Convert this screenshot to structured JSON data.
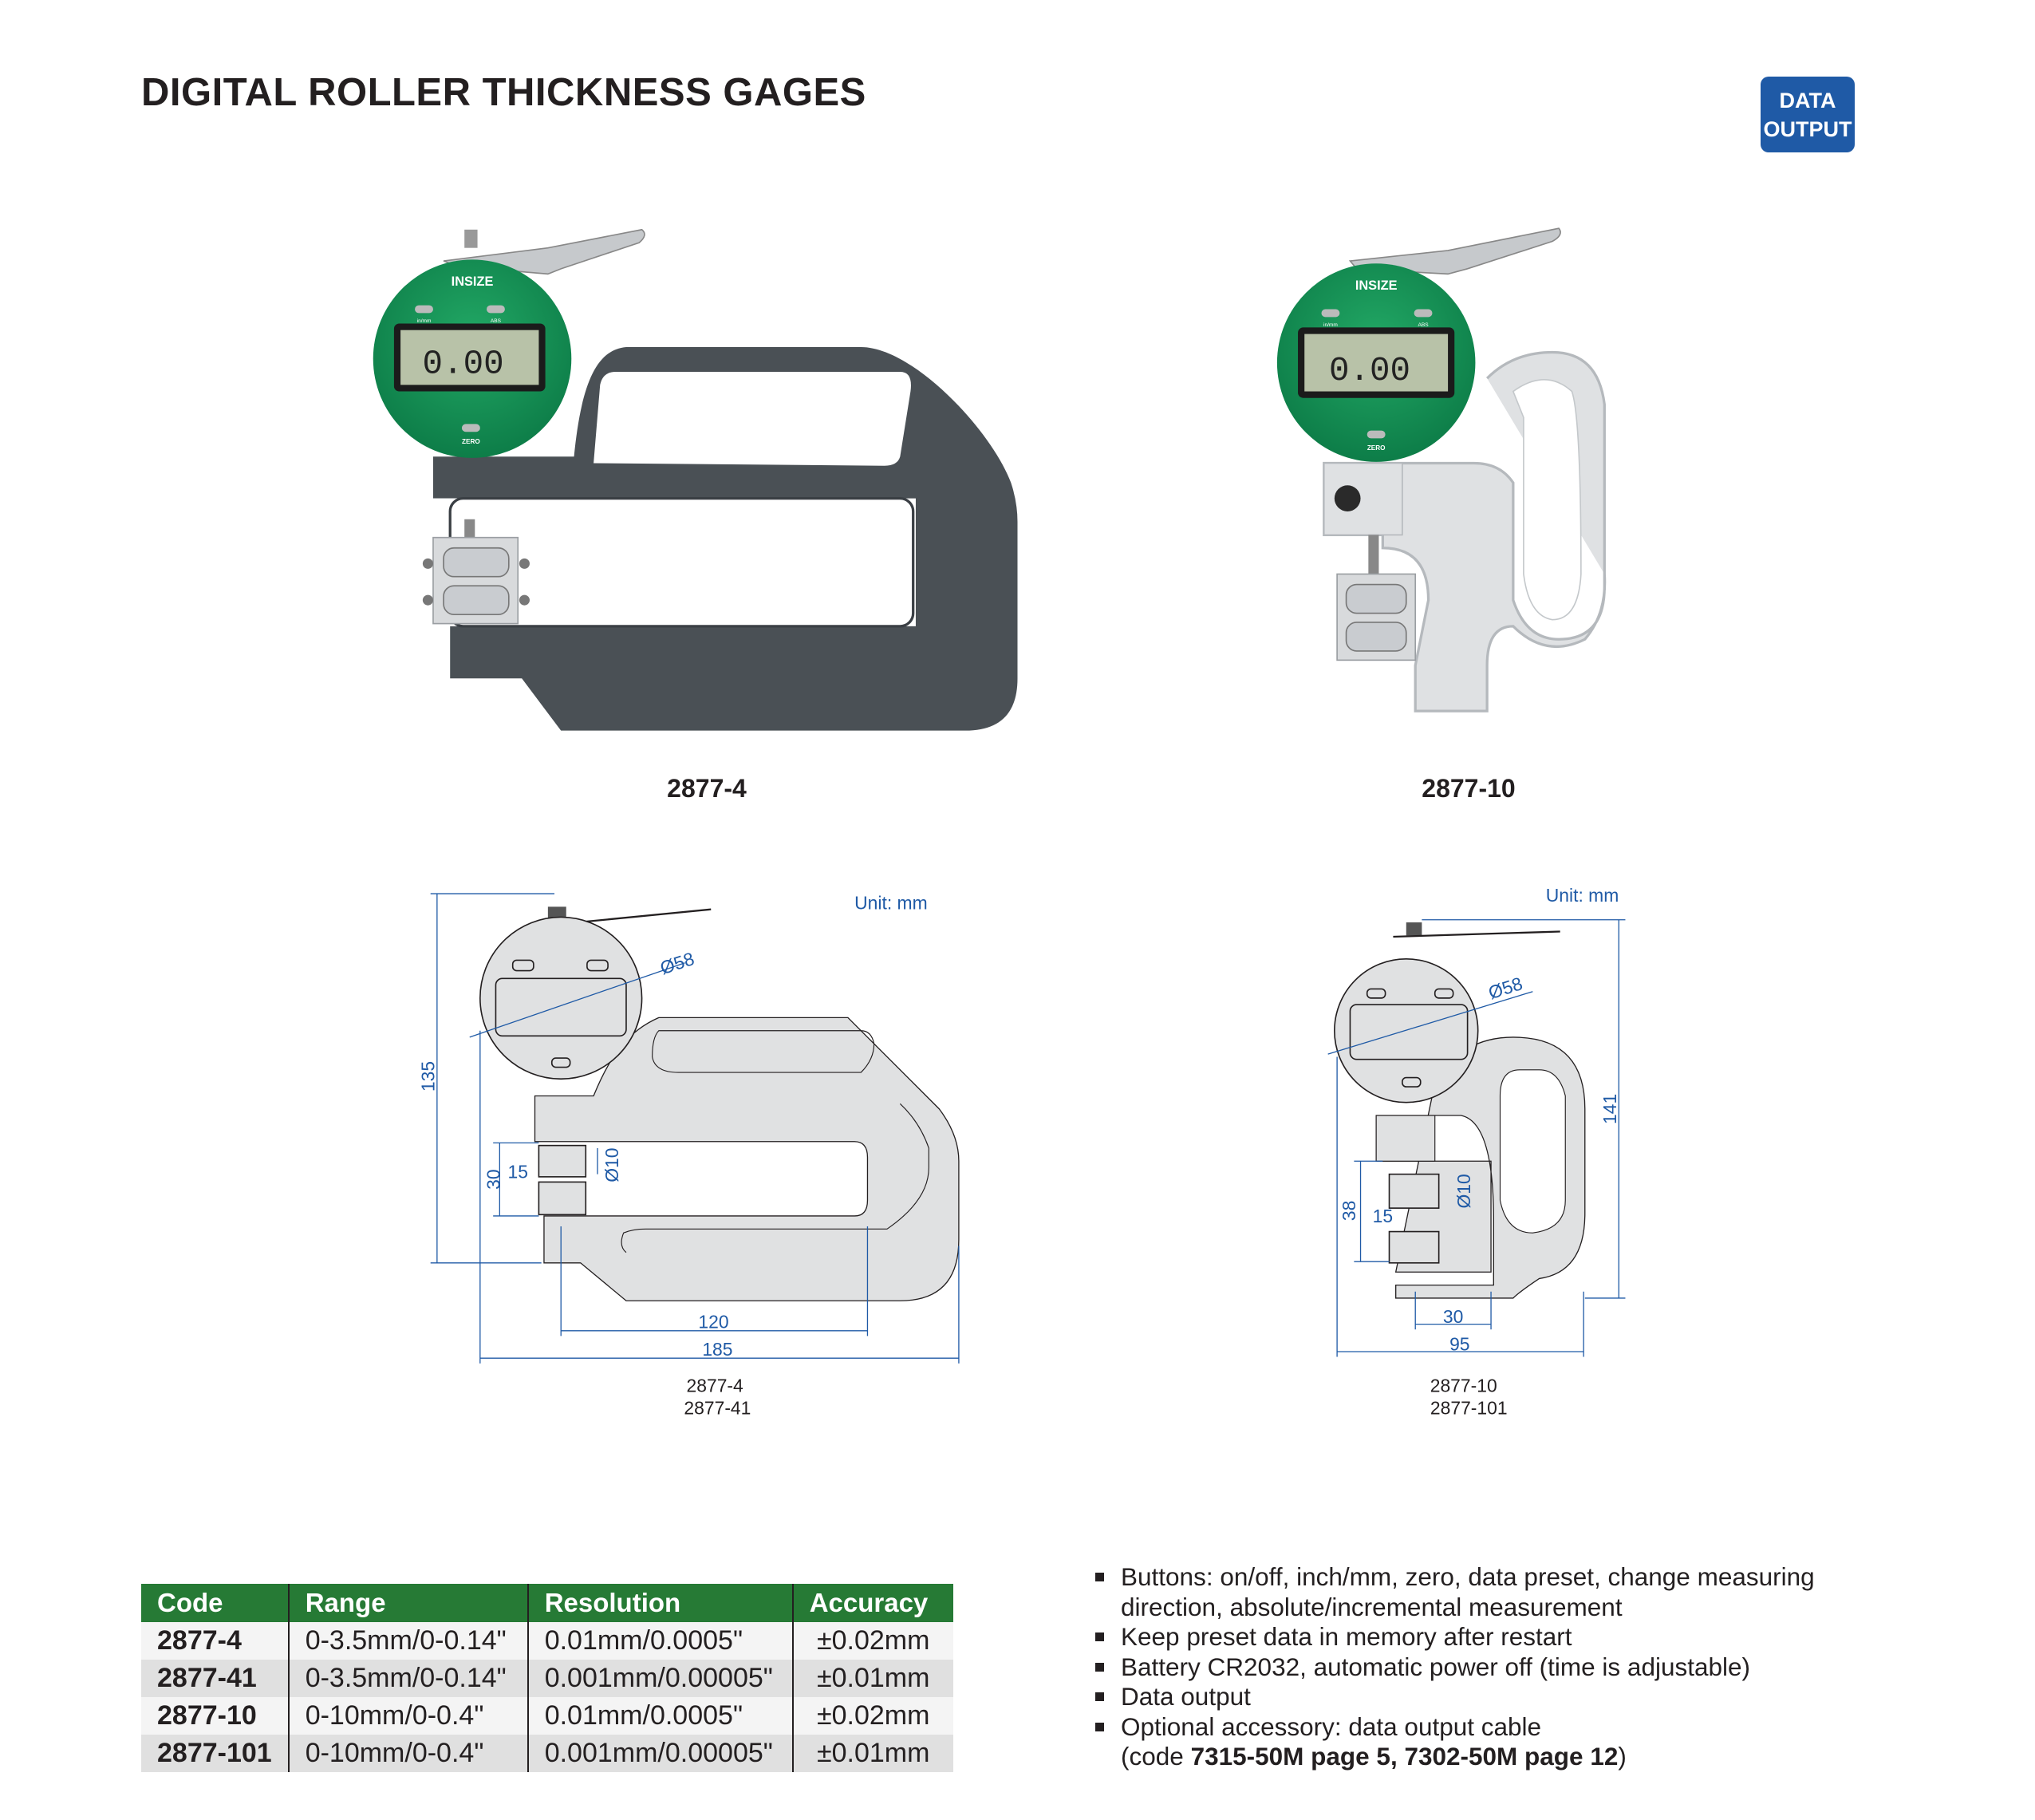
{
  "page": {
    "title": "DIGITAL ROLLER THICKNESS GAGES",
    "badge": {
      "line1": "DATA",
      "line2": "OUTPUT"
    }
  },
  "products": [
    {
      "label": "2877-4",
      "display": "0.00",
      "brand": "INSIZE",
      "buttons": [
        "in/mm",
        "ABS",
        "ZERO"
      ],
      "unit": "mm"
    },
    {
      "label": "2877-10",
      "display": "0.00",
      "brand": "INSIZE",
      "buttons": [
        "in/mm",
        "ABS",
        "ZERO"
      ],
      "unit": "mm"
    }
  ],
  "drawings": [
    {
      "unit": "Unit: mm",
      "dial": "Ø58",
      "roller": "Ø10",
      "width": "15",
      "gap": "30",
      "height": "135",
      "depth": "120",
      "length": "185",
      "models": [
        "2877-4",
        "2877-41"
      ]
    },
    {
      "unit": "Unit: mm",
      "dial": "Ø58",
      "roller": "Ø10",
      "width": "15",
      "gap": "38",
      "height": "141",
      "depth": "30",
      "length": "95",
      "models": [
        "2877-10",
        "2877-101"
      ]
    }
  ],
  "table": {
    "headers": [
      "Code",
      "Range",
      "Resolution",
      "Accuracy"
    ],
    "rows": [
      [
        "2877-4",
        "0-3.5mm/0-0.14\"",
        "0.01mm/0.0005\"",
        "±0.02mm"
      ],
      [
        "2877-41",
        "0-3.5mm/0-0.14\"",
        "0.001mm/0.00005\"",
        "±0.01mm"
      ],
      [
        "2877-10",
        "0-10mm/0-0.4\"",
        "0.01mm/0.0005\"",
        "±0.02mm"
      ],
      [
        "2877-101",
        "0-10mm/0-0.4\"",
        "0.001mm/0.00005\"",
        "±0.01mm"
      ]
    ]
  },
  "features": {
    "items": [
      "Buttons: on/off, inch/mm, zero, data preset, change measuring direction, absolute/incremental measurement",
      "Keep preset data in memory after restart",
      "Battery CR2032, automatic power off (time is adjustable)",
      "Data output",
      "Optional accessory: data output cable"
    ],
    "note_prefix": "(code ",
    "note_bold": "7315-50M page 5, 7302-50M page 12",
    "note_suffix": ")"
  },
  "colors": {
    "header_green": "#267a35",
    "badge_blue": "#1f5aa6",
    "dim_blue": "#1f5aa6",
    "gauge_green": "#16915a"
  }
}
